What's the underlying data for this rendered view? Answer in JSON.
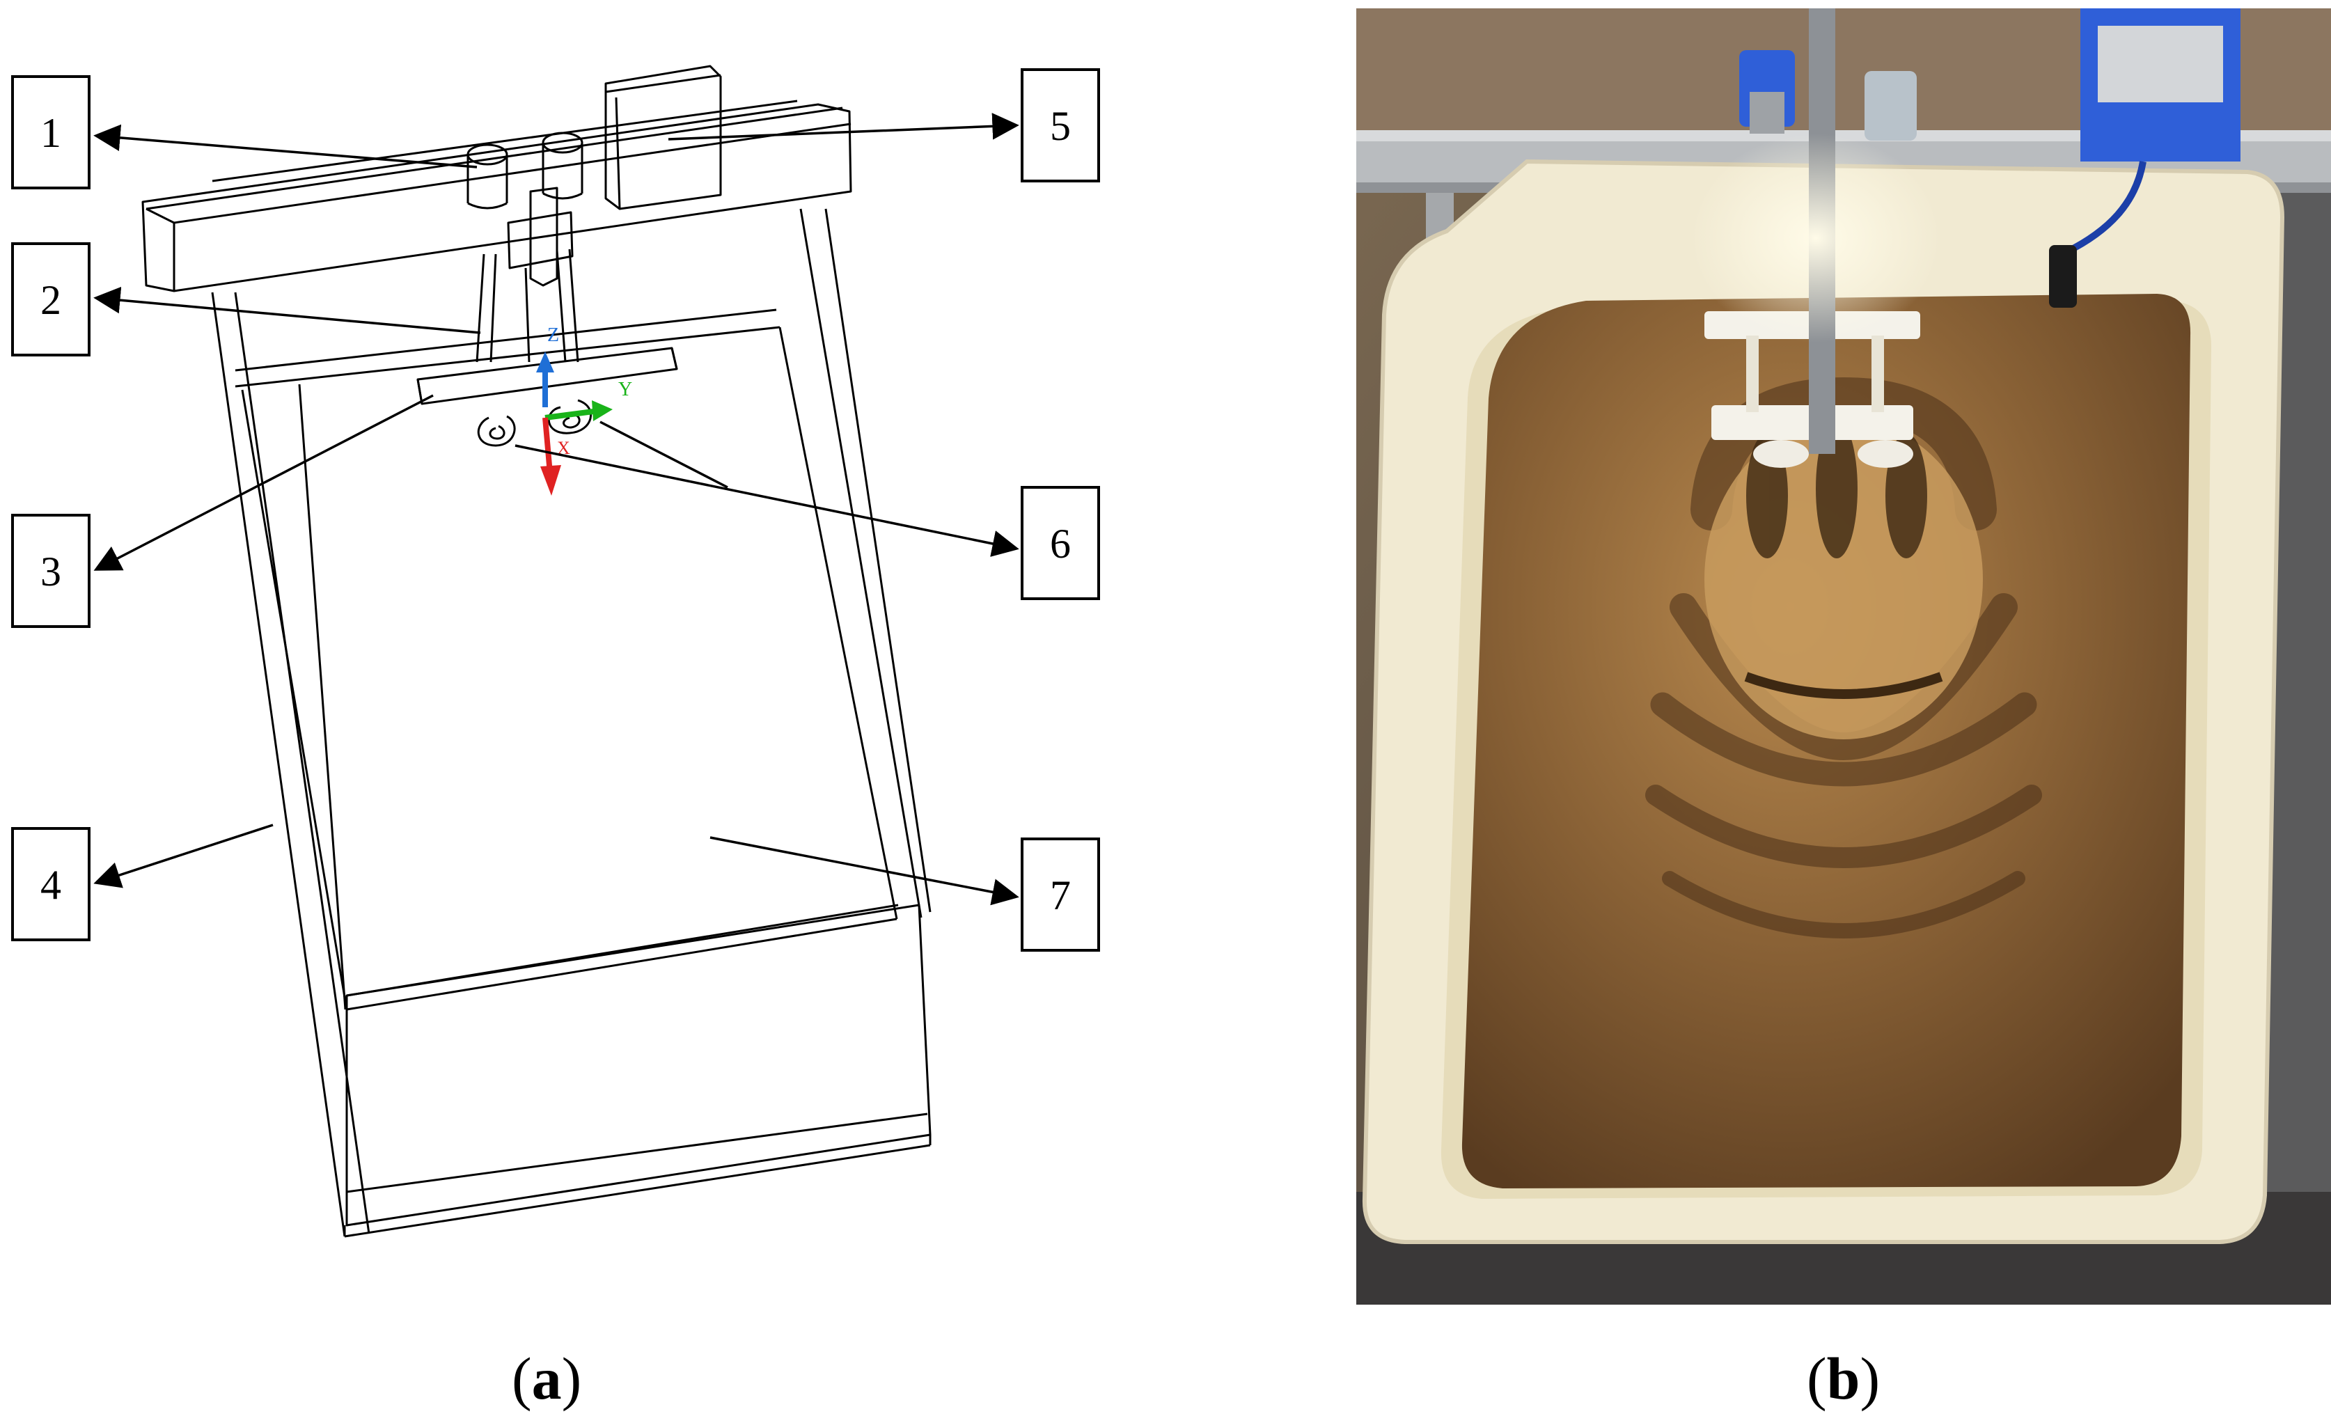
{
  "panel_a": {
    "callouts": [
      {
        "label": "1"
      },
      {
        "label": "2"
      },
      {
        "label": "3"
      },
      {
        "label": "4"
      },
      {
        "label": "5"
      },
      {
        "label": "6"
      },
      {
        "label": "7"
      }
    ],
    "axes": {
      "z": "Z",
      "y": "Y",
      "x": "X"
    },
    "axis_colors": {
      "z": "#1f6fd6",
      "y": "#19b319",
      "x": "#e02222"
    },
    "caption": {
      "open": "(",
      "letter": "a",
      "close": ")"
    }
  },
  "panel_b": {
    "caption": {
      "open": "(",
      "letter": "b",
      "close": ")"
    },
    "colors": {
      "sand": "#8a6236",
      "tray": "#f1ead2",
      "motor_mount": "#2f5fd8",
      "frame": "#b9bcbf"
    }
  }
}
